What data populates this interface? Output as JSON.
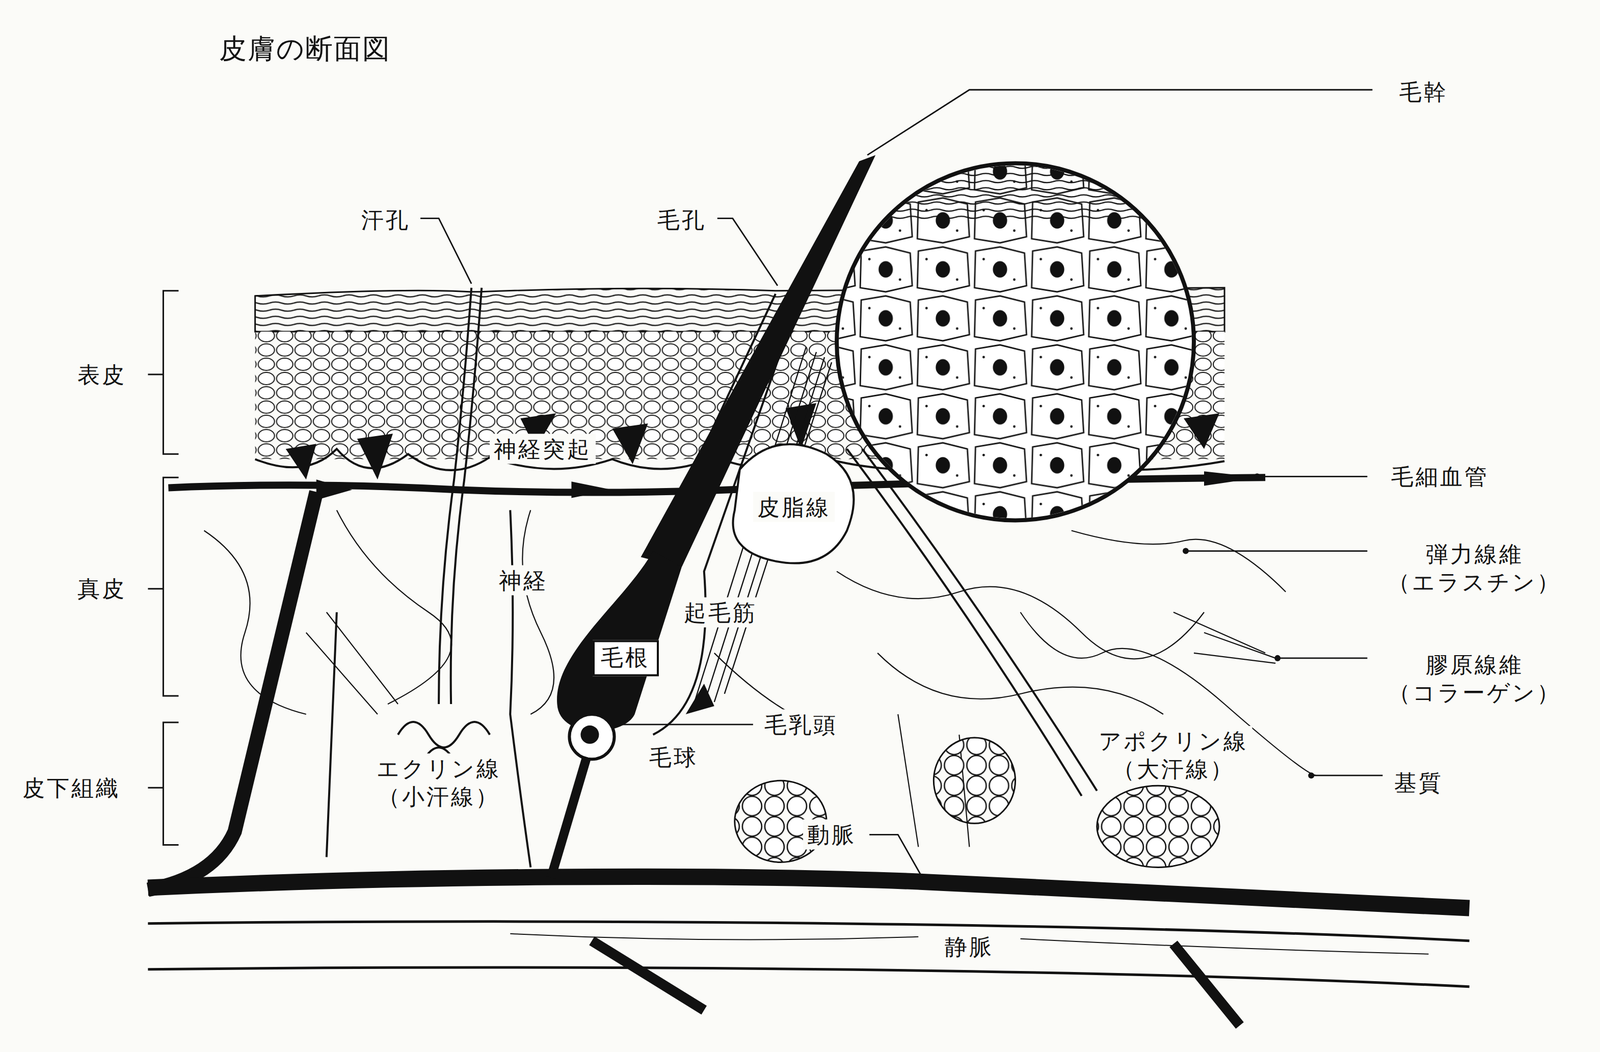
{
  "diagram": {
    "title": "皮膚の断面図",
    "nodes": [
      {
        "text": [
          "毛根"
        ]
      }
    ],
    "labels": [
      "毛幹",
      "汗孔",
      "毛孔",
      "表皮",
      "神経突起",
      "毛細血管",
      "皮脂線",
      "真皮",
      "神経",
      "弾力線維 （エラスチン）",
      "起毛筋",
      "膠原線維 （コラーゲン）",
      "毛乳頭",
      "毛球",
      "アポクリン線 （大汗線）",
      "エクリン線 （小汗線）",
      "基質",
      "皮下組織",
      "動脈",
      "静脈"
    ]
  }
}
